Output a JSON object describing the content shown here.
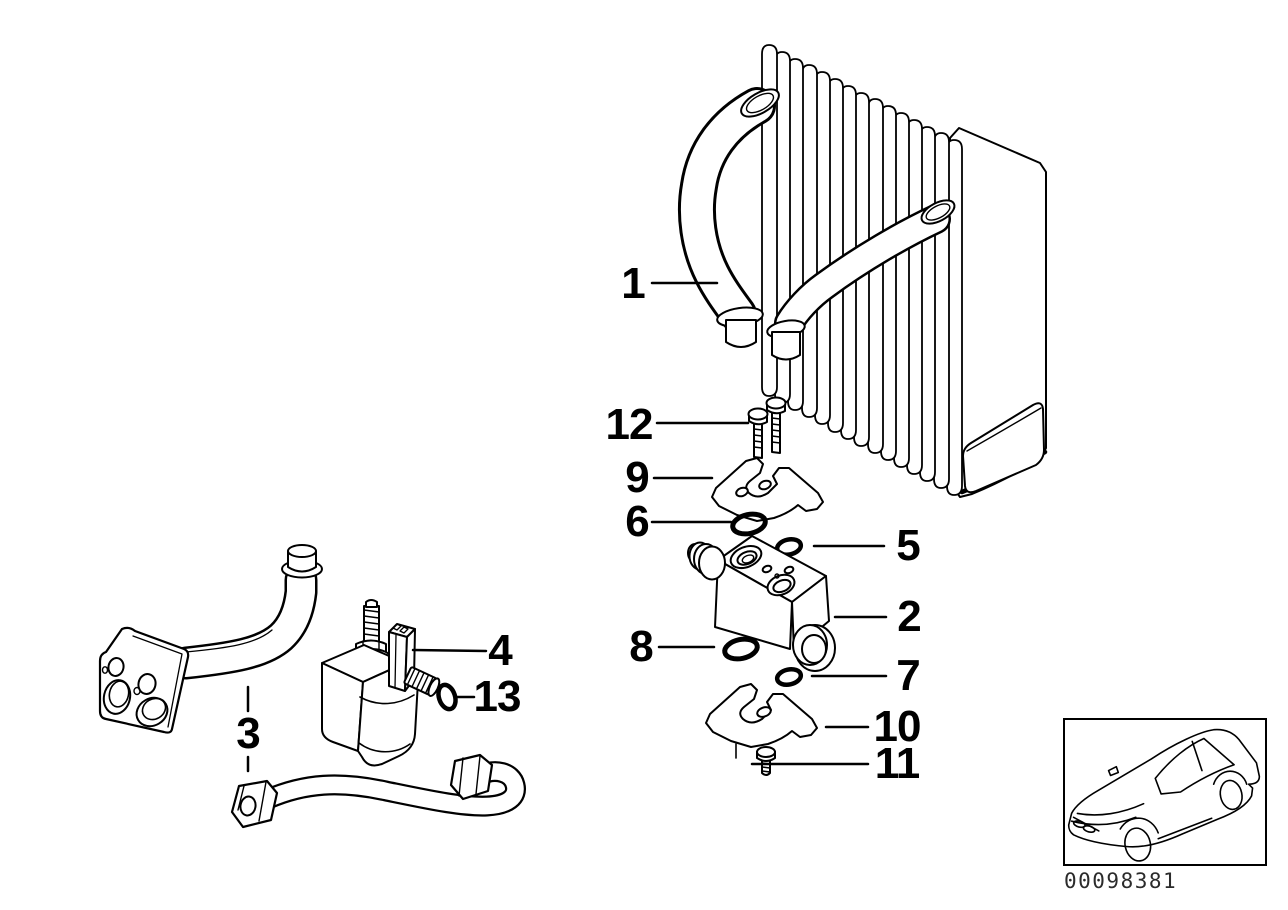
{
  "diagram": {
    "background_color": "#ffffff",
    "line_color": "#000000",
    "callouts": [
      {
        "label": "1",
        "points_to": "evaporator"
      },
      {
        "label": "2",
        "points_to": "expansion-valve"
      },
      {
        "label": "3",
        "points_to": "refrigerant-pipes"
      },
      {
        "label": "4",
        "points_to": "solenoid-valve"
      },
      {
        "label": "5",
        "points_to": "small-o-ring-upper"
      },
      {
        "label": "6",
        "points_to": "large-o-ring-upper"
      },
      {
        "label": "7",
        "points_to": "small-o-ring-lower"
      },
      {
        "label": "8",
        "points_to": "large-o-ring-lower"
      },
      {
        "label": "9",
        "points_to": "upper-clamp-bracket"
      },
      {
        "label": "10",
        "points_to": "lower-clamp-bracket"
      },
      {
        "label": "11",
        "points_to": "screw"
      },
      {
        "label": "12",
        "points_to": "hex-bolts"
      },
      {
        "label": "13",
        "points_to": "small-o-ring-solenoid"
      }
    ],
    "footer": {
      "image_number": "00098381"
    }
  }
}
